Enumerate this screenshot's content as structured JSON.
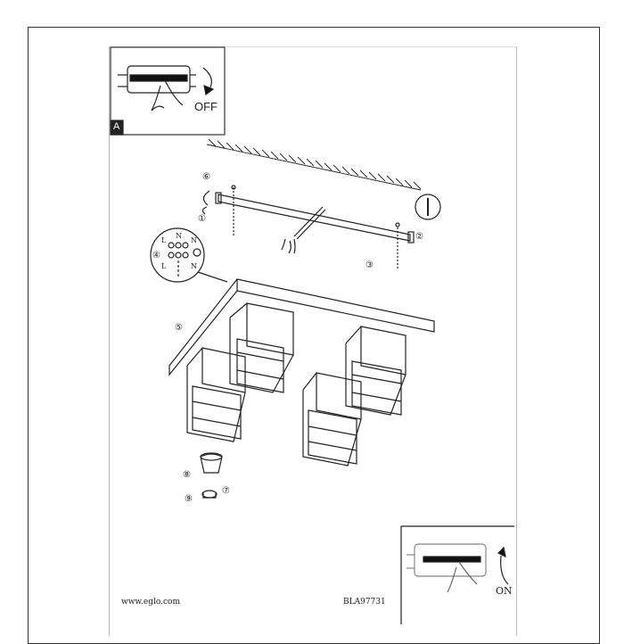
{
  "panel_a": {
    "label": "A",
    "action": "OFF"
  },
  "panel_end": {
    "action": "ON"
  },
  "steps": [
    "①",
    "②",
    "③",
    "④",
    "⑤",
    "⑥",
    "⑦",
    "⑧",
    "⑨"
  ],
  "terminal": {
    "top_left": "L",
    "top_mid": "N",
    "top_right": "N",
    "bottom_left": "L",
    "bottom_right": "N"
  },
  "footer": {
    "website": "www.eglo.com",
    "code": "BLA97731"
  }
}
